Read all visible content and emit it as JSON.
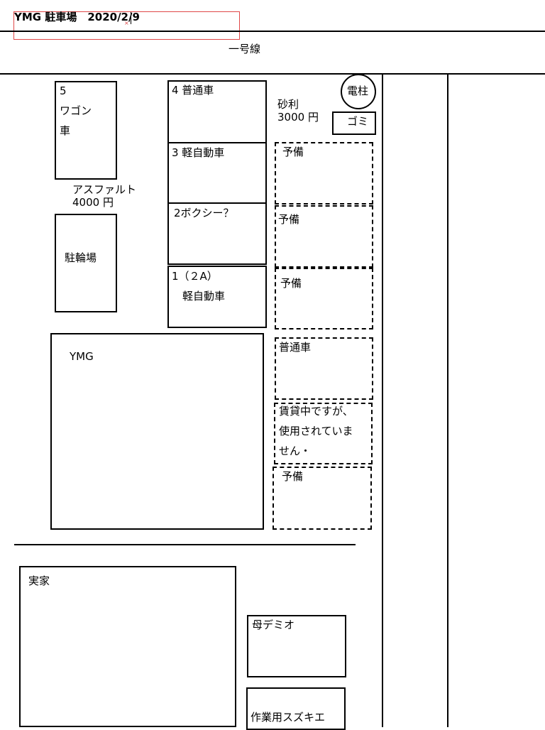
{
  "header": {
    "title": "YMG 駐車場　2020/2/9"
  },
  "road": {
    "label": "一号線"
  },
  "slot5": {
    "label": "5\nワゴン\n車"
  },
  "asphalt": {
    "label": "アスファルト\n4000 円"
  },
  "bike_parking": {
    "label": "駐輪場"
  },
  "ymg_building": {
    "label": "YMG"
  },
  "slot4": {
    "label": "4 普通車"
  },
  "slot3": {
    "label": "3 軽自動車"
  },
  "slot2": {
    "label": "2ボクシー？"
  },
  "slot1": {
    "label": "1（２A）\n　軽自動車"
  },
  "utility_pole": {
    "label": "電柱"
  },
  "gravel": {
    "label": "砂利\n3000 円"
  },
  "garbage": {
    "label": "ゴミ"
  },
  "gravel_slots": [
    {
      "label": "予備"
    },
    {
      "label": "予備"
    },
    {
      "label": "予備"
    },
    {
      "label": "普通車"
    },
    {
      "label": "賃貸中ですが、\n使用されていま\nせん・"
    },
    {
      "label": "予備"
    }
  ],
  "family_home": {
    "label": "実家"
  },
  "mother_car": {
    "label": "母デミオ"
  },
  "work_car": {
    "label": "作業用スズキエ"
  }
}
